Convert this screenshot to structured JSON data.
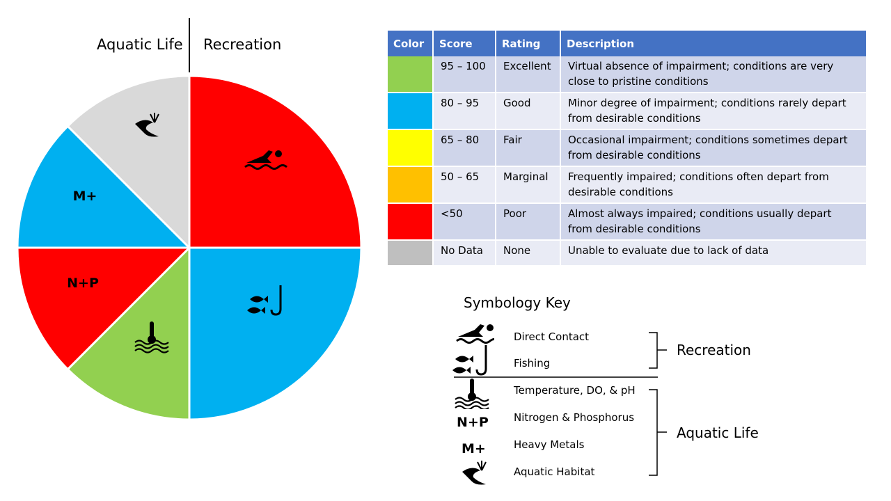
{
  "headers": {
    "left": "Aquatic Life",
    "right": "Recreation"
  },
  "colors": {
    "green": "#92d050",
    "blue": "#00b0f0",
    "yellow": "#ffff00",
    "orange": "#ffc000",
    "red": "#ff0000",
    "gray": "#d9d9d9",
    "table_gray": "#bfbfbf",
    "header_blue": "#4472c4"
  },
  "pie": {
    "slices": [
      {
        "name": "direct-contact",
        "color": "#ff0000",
        "icon": "swimmer-icon"
      },
      {
        "name": "fishing",
        "color": "#00b0f0",
        "icon": "fish-hook-icon"
      },
      {
        "name": "temperature",
        "color": "#92d050",
        "icon": "thermometer-water-icon"
      },
      {
        "name": "nutrients",
        "color": "#ff0000",
        "label": "N+P"
      },
      {
        "name": "metals",
        "color": "#00b0f0",
        "label": "M+"
      },
      {
        "name": "habitat",
        "color": "#d9d9d9",
        "icon": "stream-icon"
      }
    ]
  },
  "table": {
    "columns": [
      "Color",
      "Score",
      "Rating",
      "Description"
    ],
    "rows": [
      {
        "color": "#92d050",
        "score": "95 – 100",
        "rating": "Excellent",
        "desc1": "Virtual absence of impairment; conditions are very",
        "desc2": "close to pristine conditions"
      },
      {
        "color": "#00b0f0",
        "score": "80 – 95",
        "rating": "Good",
        "desc1": "Minor degree of impairment; conditions rarely depart",
        "desc2": "from desirable conditions"
      },
      {
        "color": "#ffff00",
        "score": "65 – 80",
        "rating": "Fair",
        "desc1": "Occasional impairment; conditions sometimes depart",
        "desc2": "from desirable conditions"
      },
      {
        "color": "#ffc000",
        "score": "50 – 65",
        "rating": "Marginal",
        "desc1": "Frequently impaired; conditions often depart from",
        "desc2": "desirable conditions"
      },
      {
        "color": "#ff0000",
        "score": "<50",
        "rating": "Poor",
        "desc1": "Almost always impaired; conditions usually depart",
        "desc2": "from desirable conditions"
      },
      {
        "color": "#bfbfbf",
        "score": "No Data",
        "rating": "None",
        "desc1": "Unable to evaluate due to lack of data",
        "desc2": ""
      }
    ]
  },
  "key": {
    "title": "Symbology Key",
    "items": [
      {
        "icon": "swimmer-icon",
        "label": "Direct Contact"
      },
      {
        "icon": "fish-hook-icon",
        "label": "Fishing"
      },
      {
        "icon": "thermometer-water-icon",
        "label": "Temperature, DO, & pH"
      },
      {
        "symbol": "N+P",
        "label": "Nitrogen & Phosphorus"
      },
      {
        "symbol": "M+",
        "label": "Heavy Metals"
      },
      {
        "icon": "stream-icon",
        "label": "Aquatic Habitat"
      }
    ],
    "groups": {
      "recreation": "Recreation",
      "aquatic": "Aquatic Life"
    }
  }
}
